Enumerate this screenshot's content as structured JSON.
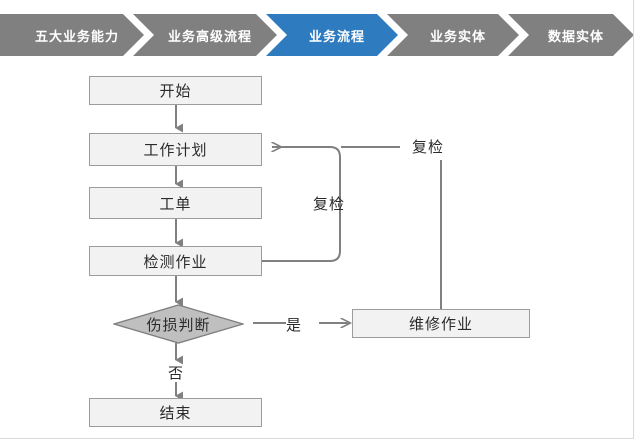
{
  "breadcrumb": {
    "items": [
      {
        "label": "五大业务能力",
        "active": false,
        "color": "#808080"
      },
      {
        "label": "业务高级流程",
        "active": false,
        "color": "#808080"
      },
      {
        "label": "业务流程",
        "active": true,
        "color": "#2E7CBF"
      },
      {
        "label": "业务实体",
        "active": false,
        "color": "#808080"
      },
      {
        "label": "数据实体",
        "active": false,
        "color": "#808080"
      }
    ]
  },
  "flow": {
    "nodes": [
      {
        "id": "start",
        "label": "开始",
        "shape": "rect"
      },
      {
        "id": "workplan",
        "label": "工作计划",
        "shape": "rect"
      },
      {
        "id": "workorder",
        "label": "工单",
        "shape": "rect"
      },
      {
        "id": "inspection",
        "label": "检测作业",
        "shape": "rect"
      },
      {
        "id": "judge",
        "label": "伤损判断",
        "shape": "diamond"
      },
      {
        "id": "repair",
        "label": "维修作业",
        "shape": "rect"
      },
      {
        "id": "end",
        "label": "结束",
        "shape": "rect"
      }
    ],
    "edge_labels": [
      {
        "id": "recheck-inner",
        "text": "复检"
      },
      {
        "id": "recheck-outer",
        "text": "复检"
      },
      {
        "id": "yes",
        "text": "是"
      },
      {
        "id": "no",
        "text": "否"
      }
    ],
    "colors": {
      "node_fill": "#F2F2F2",
      "node_border": "#9c9c9c",
      "diamond_fill": "#BFBFBF",
      "diamond_border": "#7f7f7f",
      "connector": "#808080",
      "text": "#2b2b2b"
    }
  }
}
